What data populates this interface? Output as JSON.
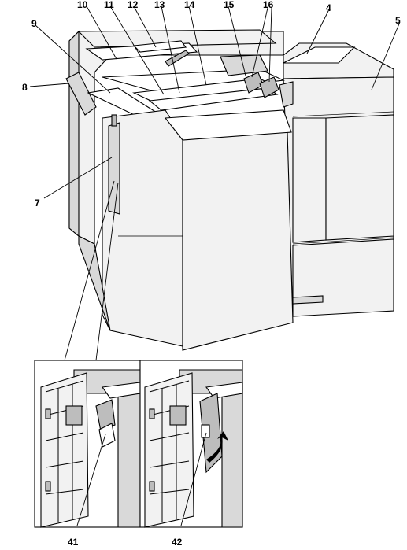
{
  "callouts": {
    "c10": "10",
    "c11": "11",
    "c12": "12",
    "c13": "13",
    "c14": "14",
    "c15": "15",
    "c16": "16",
    "c4": "4",
    "c5": "5",
    "c9": "9",
    "c8": "8",
    "c7": "7",
    "c41": "41",
    "c42": "42"
  },
  "colors": {
    "outline": "#000000",
    "panel_light": "#f2f2f2",
    "panel_mid": "#d9d9d9",
    "panel_dark": "#bdbdbd",
    "background": "#ffffff"
  }
}
